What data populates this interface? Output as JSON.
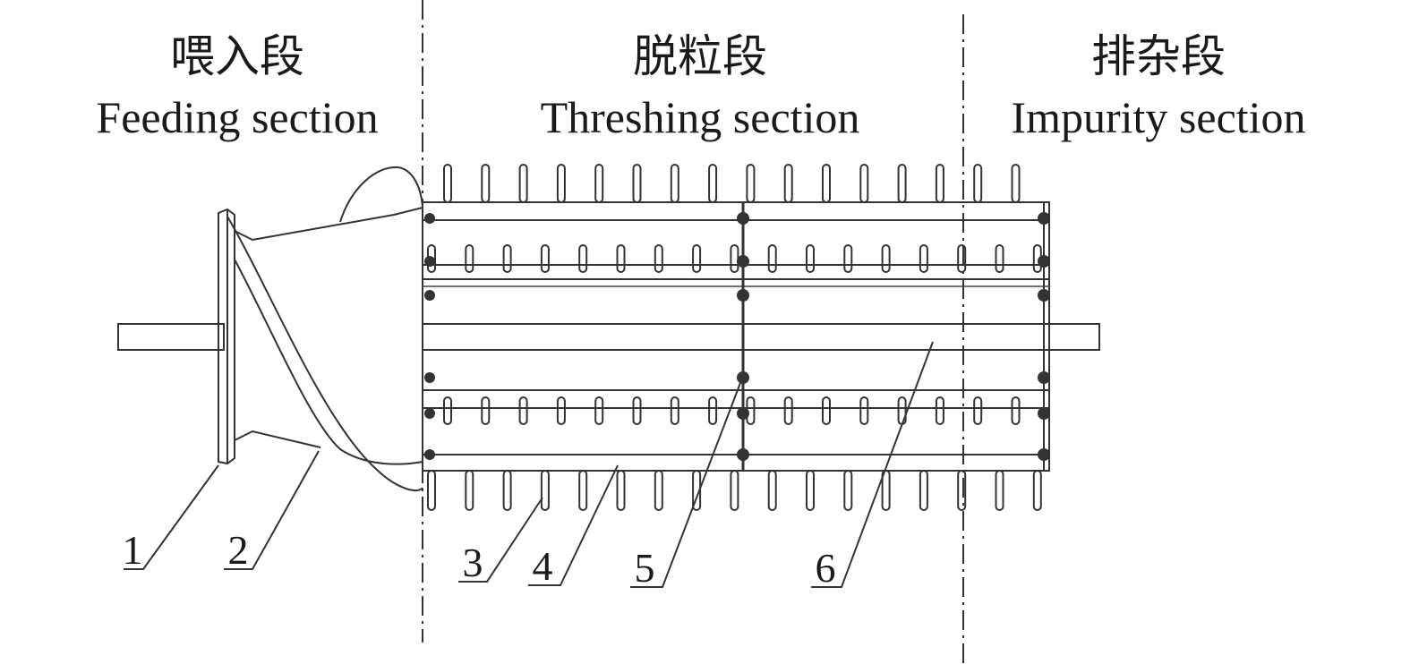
{
  "sections": [
    {
      "id": "feeding",
      "zh": "喂入段",
      "en": "Feeding section"
    },
    {
      "id": "threshing",
      "zh": "脱粒段",
      "en": "Threshing section"
    },
    {
      "id": "impurity",
      "zh": "排杂段",
      "en": "Impurity section"
    }
  ],
  "callouts": [
    "1",
    "2",
    "3",
    "4",
    "5",
    "6"
  ],
  "colors": {
    "line": "#333333",
    "text": "#1a1a1a",
    "background": "#ffffff"
  }
}
